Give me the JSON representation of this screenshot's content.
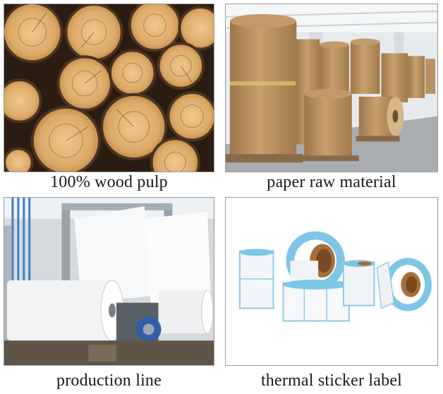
{
  "panels": [
    {
      "caption": "100% wood pulp",
      "subject": "stacked-logs-cross-section"
    },
    {
      "caption": "paper raw material",
      "subject": "warehouse-paper-rolls"
    },
    {
      "caption": "production line",
      "subject": "paper-rolling-machine"
    },
    {
      "caption": "thermal sticker label",
      "subject": "label-rolls-blue-core"
    }
  ],
  "colors": {
    "wood": "#d9a766",
    "bark": "#4a3420",
    "kraft": "#b58d5e",
    "warehouse_wall": "#e6e9ec",
    "label_blue": "#7ec6e6",
    "core": "#a86e3a"
  }
}
